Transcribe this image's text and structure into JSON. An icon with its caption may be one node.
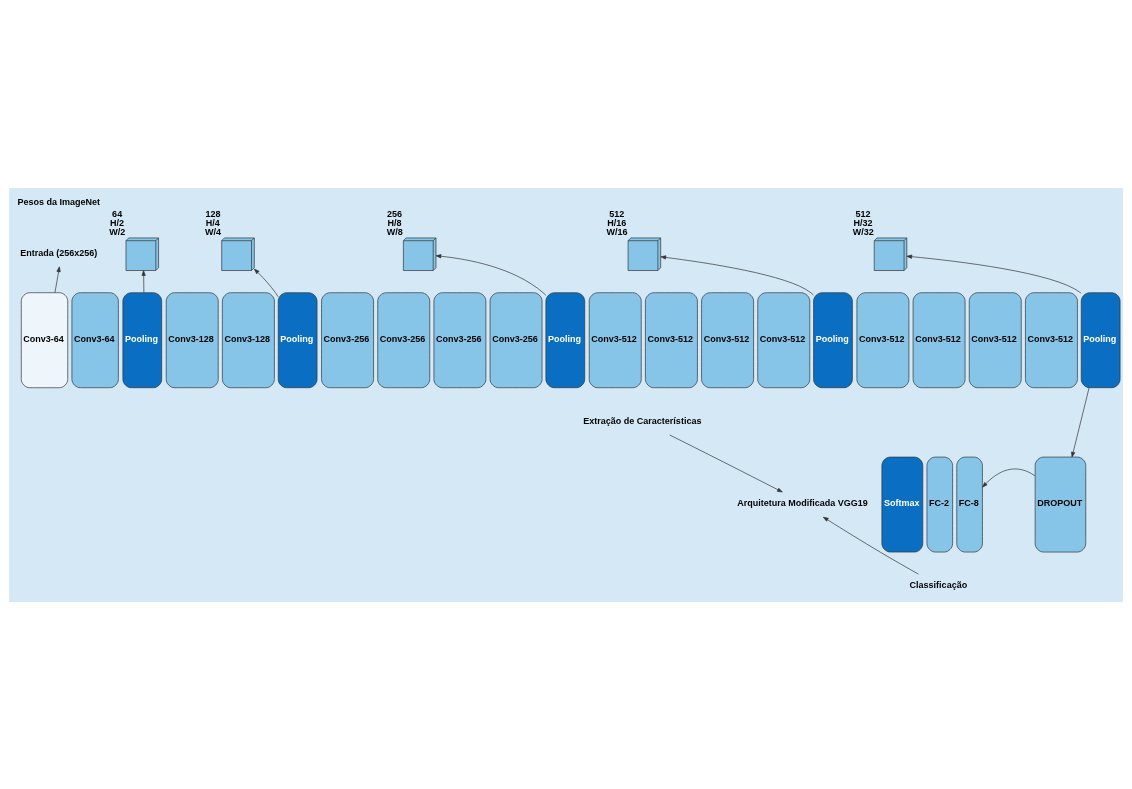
{
  "diagram": {
    "nodes": [
      {
        "text": [
          "Entrada (256x256)"
        ]
      },
      {
        "text": [],
        "shape": "box",
        "beside": [
          "64",
          "H/2",
          "W/2"
        ]
      },
      {
        "text": [],
        "shape": "box",
        "beside": [
          "128",
          "H/4",
          "W/4"
        ]
      },
      {
        "text": [],
        "shape": "box",
        "beside": [
          "256",
          "H/8",
          "W/8"
        ]
      },
      {
        "text": [],
        "shape": "box",
        "beside": [
          "512",
          "H/16",
          "W/16"
        ]
      },
      {
        "text": [],
        "shape": "box",
        "beside": [
          "512",
          "H/32",
          "W/32"
        ]
      },
      {
        "text": [
          "Conv3-64"
        ]
      },
      {
        "text": [
          "Conv3-64"
        ]
      },
      {
        "text": [
          "Pooling"
        ]
      },
      {
        "text": [
          "Conv3-128"
        ]
      },
      {
        "text": [
          "Conv3-128"
        ]
      },
      {
        "text": [
          "Pooling"
        ]
      },
      {
        "text": [
          "Conv3-256"
        ]
      },
      {
        "text": [
          "Conv3-256"
        ]
      },
      {
        "text": [
          "Conv3-256"
        ]
      },
      {
        "text": [
          "Conv3-256"
        ]
      },
      {
        "text": [
          "Pooling"
        ]
      },
      {
        "text": [
          "Conv3-512"
        ]
      },
      {
        "text": [
          "Conv3-512"
        ]
      },
      {
        "text": [
          "Conv3-512"
        ]
      },
      {
        "text": [
          "Conv3-512"
        ]
      },
      {
        "text": [
          "Pooling"
        ]
      },
      {
        "text": [
          "Conv3-512"
        ]
      },
      {
        "text": [
          "Conv3-512"
        ]
      },
      {
        "text": [
          "Conv3-512"
        ]
      },
      {
        "text": [
          "Conv3-512"
        ]
      },
      {
        "text": [
          "Pooling"
        ]
      },
      {
        "text": [
          "Extração de Características"
        ]
      },
      {
        "text": [
          "Softmax"
        ]
      },
      {
        "text": [
          "FC-2"
        ]
      },
      {
        "text": [
          "FC-8"
        ]
      },
      {
        "text": [
          "DROPOUT"
        ]
      },
      {
        "text": [
          "Arquitetura Modificada VGG19"
        ]
      },
      {
        "text": [
          "Classificação"
        ]
      }
    ],
    "edges": [
      {
        "from": 6,
        "to": 0,
        "arrow": "to"
      },
      {
        "from": 8,
        "to": 1,
        "arrow": "to"
      },
      {
        "from": 11,
        "to": 2,
        "arrow": "to"
      },
      {
        "from": 16,
        "to": 3,
        "arrow": "to"
      },
      {
        "from": 21,
        "to": 4,
        "arrow": "to"
      },
      {
        "from": 26,
        "to": 5,
        "arrow": "to"
      },
      {
        "from": 26,
        "to": 31,
        "arrow": "to"
      },
      {
        "from": 31,
        "to": 30,
        "arrow": "to"
      },
      {
        "from": 27,
        "to": 32,
        "arrow": "to"
      },
      {
        "from": 33,
        "to": 32,
        "arrow": "to"
      }
    ],
    "labels": [
      "Pesos da ImageNet"
    ]
  }
}
